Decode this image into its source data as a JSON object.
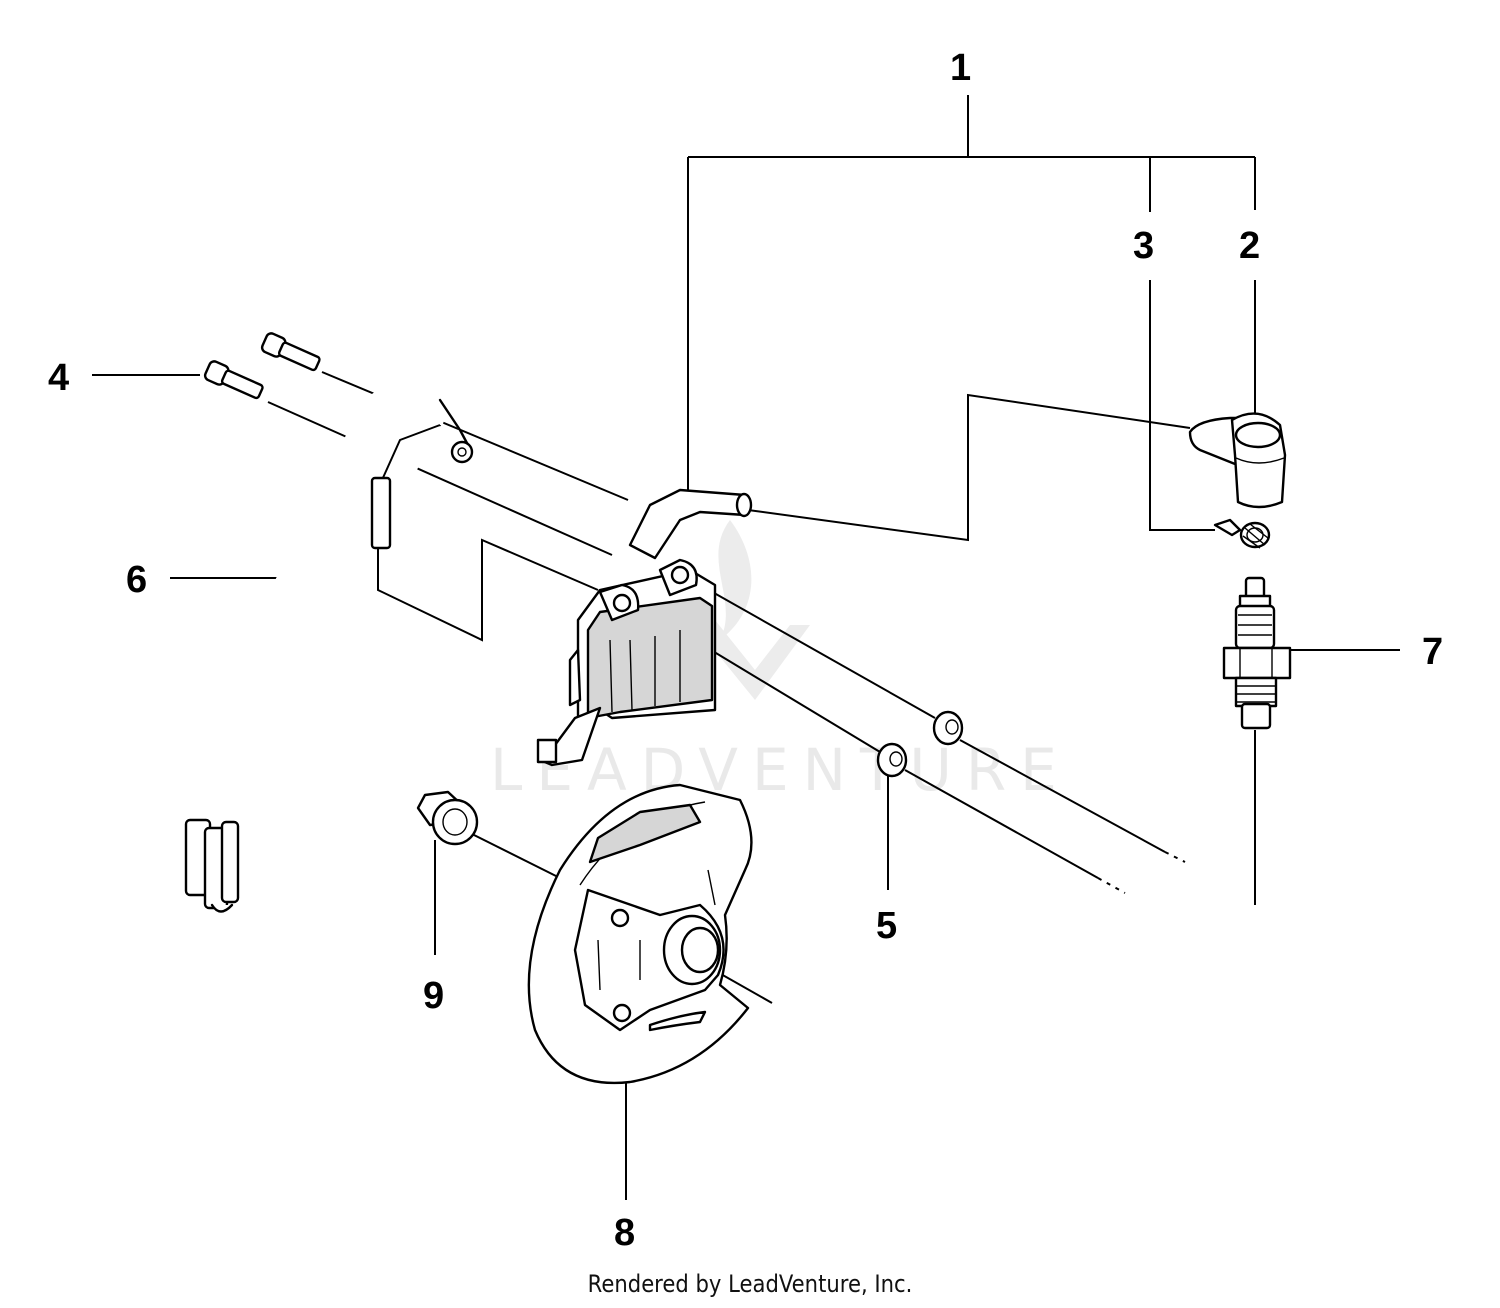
{
  "watermark": "LEADVENTURE",
  "footer": "Rendered by LeadVenture, Inc.",
  "callouts": [
    "1",
    "2",
    "3",
    "4",
    "5",
    "6",
    "7",
    "8",
    "9"
  ],
  "parts": [
    {
      "num": "1",
      "icon": "ignition-module-icon"
    },
    {
      "num": "2",
      "icon": "spark-plug-boot-icon"
    },
    {
      "num": "3",
      "icon": "spring-clip-icon"
    },
    {
      "num": "4",
      "icon": "screw-icon"
    },
    {
      "num": "5",
      "icon": "washer-icon"
    },
    {
      "num": "6",
      "icon": "wire-cable-icon"
    },
    {
      "num": "7",
      "icon": "spark-plug-icon"
    },
    {
      "num": "8",
      "icon": "flywheel-cover-icon"
    },
    {
      "num": "9",
      "icon": "flange-nut-icon"
    }
  ]
}
